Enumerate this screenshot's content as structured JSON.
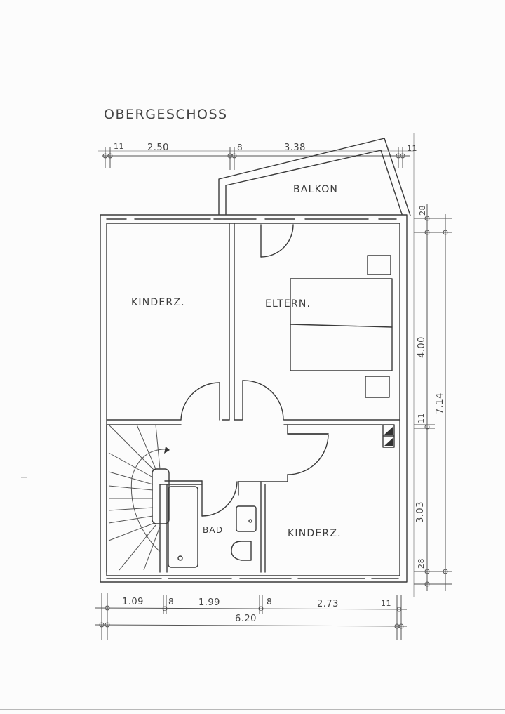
{
  "drawing": {
    "title": "OBERGESCHOSS",
    "rooms": [
      {
        "id": "balkon",
        "label": "BALKON"
      },
      {
        "id": "kinderz_1",
        "label": "KINDERZ."
      },
      {
        "id": "eltern",
        "label": "ELTERN."
      },
      {
        "id": "bad",
        "label": "BAD"
      },
      {
        "id": "kinderz_2",
        "label": "KINDERZ."
      }
    ],
    "dimensions": {
      "top": [
        "11",
        "2.50",
        "8",
        "3.38",
        "11"
      ],
      "bottom": [
        "1.09",
        "8",
        "1.99",
        "8",
        "2.73",
        "11"
      ],
      "bottom_total": "6.20",
      "right": [
        "28",
        "4.00",
        "11",
        "3.03",
        "28"
      ],
      "right_total": "7.14"
    }
  }
}
